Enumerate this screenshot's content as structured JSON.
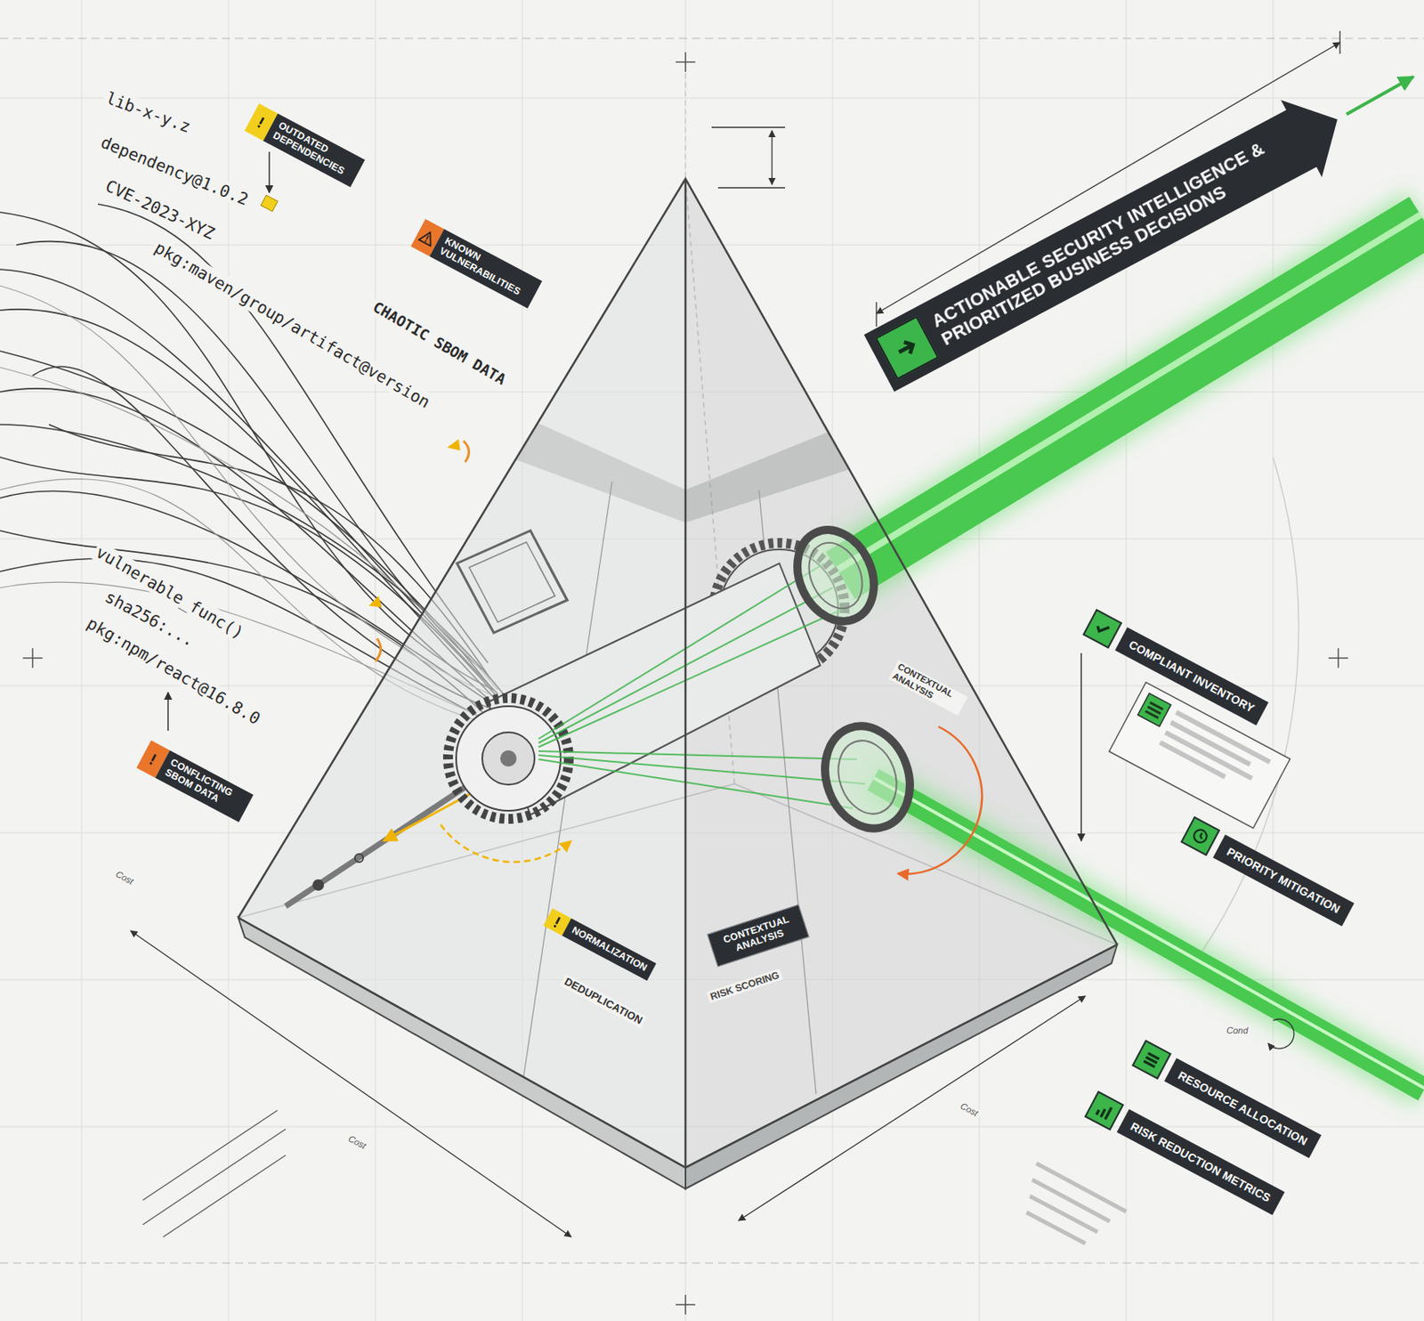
{
  "diagram": {
    "nodes": [
      {
        "text": [
          "OUTDATED DEPENDENCIES"
        ]
      },
      {
        "text": [
          "KNOWN VULNERABILITIES"
        ]
      },
      {
        "text": [
          "CONFLICTING SBOM DATA"
        ]
      },
      {
        "text": [
          "NORMALIZATION"
        ]
      },
      {
        "text": [
          "CONTEXTUAL ANALYSIS"
        ]
      },
      {
        "text": [
          "ACTIONABLE SECURITY INTELLIGENCE & PRIORITIZED BUSINESS DECISIONS"
        ]
      },
      {
        "text": [
          "COMPLIANT INVENTORY"
        ]
      },
      {
        "text": [
          "PRIORITY MITIGATION"
        ]
      },
      {
        "text": [
          "RESOURCE ALLOCATION"
        ]
      },
      {
        "text": [
          "RISK REDUCTION METRICS"
        ]
      }
    ],
    "labels": [
      "lib-x-y.z",
      "dependency@1.0.2",
      "CVE-2023-XYZ",
      "pkg:maven/group/artifact@version",
      "CHAOTIC SBOM DATA",
      "vulnerable_func()",
      "sha256:...",
      "pkg:npm/react@16.8.0",
      "DEDUPLICATION",
      "CONTEXTUAL ANALYSIS",
      "RISK SCORING",
      "Cost",
      "Cost",
      "Cost",
      "Cond"
    ]
  }
}
